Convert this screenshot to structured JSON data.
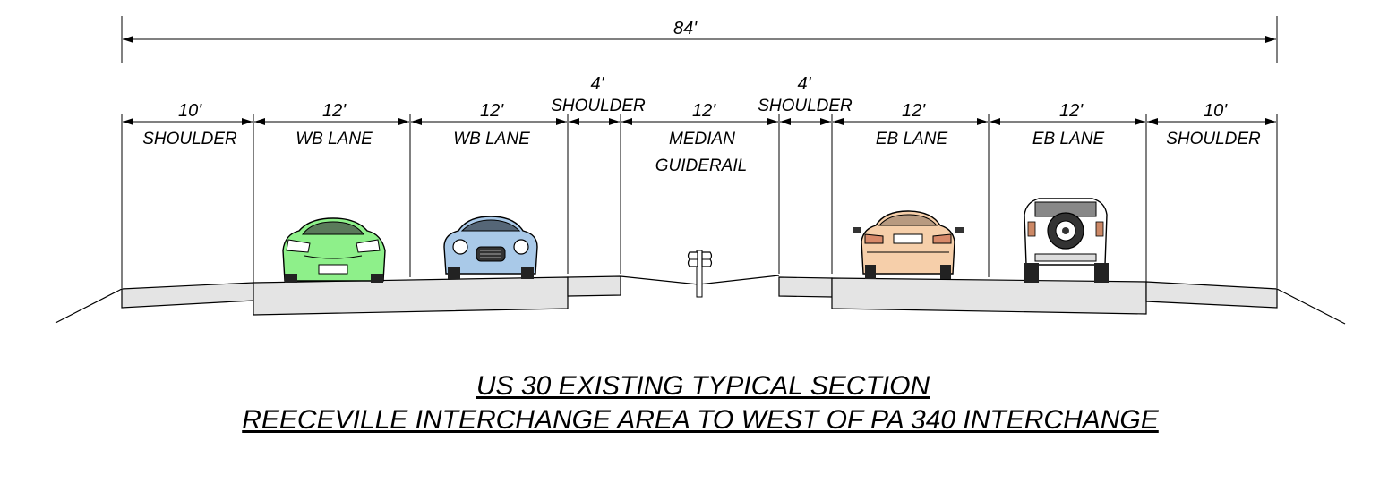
{
  "overall": {
    "width_label": "84'"
  },
  "segments": [
    {
      "width_label": "10'",
      "line1": "SHOULDER",
      "line2": ""
    },
    {
      "width_label": "12'",
      "line1": "WB LANE",
      "line2": ""
    },
    {
      "width_label": "12'",
      "line1": "WB LANE",
      "line2": ""
    },
    {
      "width_label": "4'",
      "line1": "SHOULDER",
      "line2": ""
    },
    {
      "width_label": "12'",
      "line1": "MEDIAN",
      "line2": "GUIDERAIL"
    },
    {
      "width_label": "4'",
      "line1": "SHOULDER",
      "line2": ""
    },
    {
      "width_label": "12'",
      "line1": "EB LANE",
      "line2": ""
    },
    {
      "width_label": "12'",
      "line1": "EB LANE",
      "line2": ""
    },
    {
      "width_label": "10'",
      "line1": "SHOULDER",
      "line2": ""
    }
  ],
  "vehicles": [
    {
      "kind": "sports-car-front",
      "color": "#8ef08a"
    },
    {
      "kind": "roadster-front",
      "color": "#a9c9e8"
    },
    {
      "kind": "sedan-rear",
      "color": "#f6cfaa"
    },
    {
      "kind": "suv-rear",
      "color": "#ffffff"
    }
  ],
  "title": {
    "line1": "US 30 EXISTING TYPICAL SECTION",
    "line2": "REECEVILLE INTERCHANGE AREA TO WEST OF PA 340 INTERCHANGE"
  }
}
